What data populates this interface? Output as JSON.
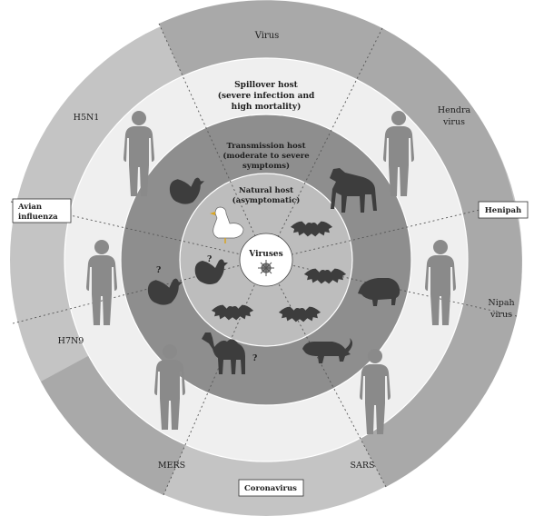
{
  "rings": {
    "virus": "Virus",
    "spillover_host": [
      "Spillover host",
      "(severe infection and",
      "high mortality)"
    ],
    "transmission_host": [
      "Transmission host",
      "(moderate to severe",
      "symptoms)"
    ],
    "natural_host": [
      "Natural host",
      "(asymptomatic)"
    ],
    "center": "Viruses"
  },
  "virus_names": {
    "h5n1": "H5N1",
    "h7n9": "H7N9",
    "hendra": [
      "Hendra",
      "virus"
    ],
    "nipah": [
      "Nipah",
      "virus"
    ],
    "mers": "MERS",
    "sars": "SARS"
  },
  "families": {
    "avian_influenza": [
      "Avian",
      "influenza"
    ],
    "henipah": "Henipah",
    "coronavirus": "Coronavirus"
  },
  "marks": {
    "question": "?"
  },
  "colors": {
    "outer_ring": "#c4c4c4",
    "outer_ring_dark": "#a9a9a9",
    "spillover_ring": "#efefef",
    "transmission_ring": "#8e8e8e",
    "natural_ring": "#bdbdbd",
    "center": "#ffffff",
    "silhouette": "#8a8a8a",
    "animal": "#3d3d3d"
  }
}
